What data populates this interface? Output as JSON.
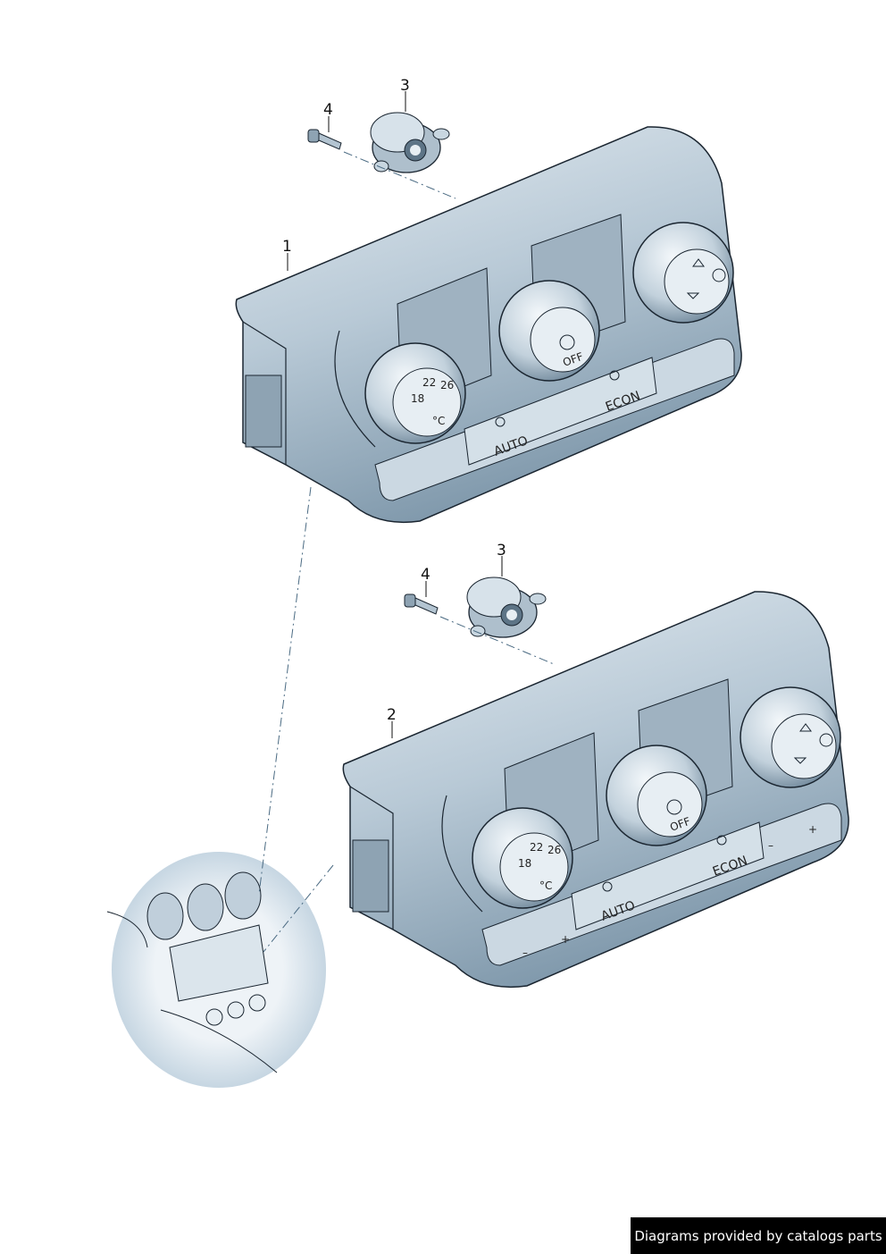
{
  "diagram": {
    "callouts": {
      "panel_1": "1",
      "panel_2": "2",
      "sensor_top": "3",
      "screw_top": "4",
      "sensor_bottom": "3",
      "screw_bottom": "4"
    },
    "panel_labels": {
      "auto": "AUTO",
      "econ": "ECON",
      "off": "OFF",
      "temp_18": "18",
      "temp_22": "22",
      "temp_26": "26",
      "unit": "°C",
      "minus": "–",
      "plus": "+"
    },
    "colors": {
      "panel_light": "#dbe5ec",
      "panel_dark": "#7f98ab",
      "outline": "#1a2530"
    }
  },
  "footer": {
    "text": "Diagrams provided by catalogs parts"
  }
}
